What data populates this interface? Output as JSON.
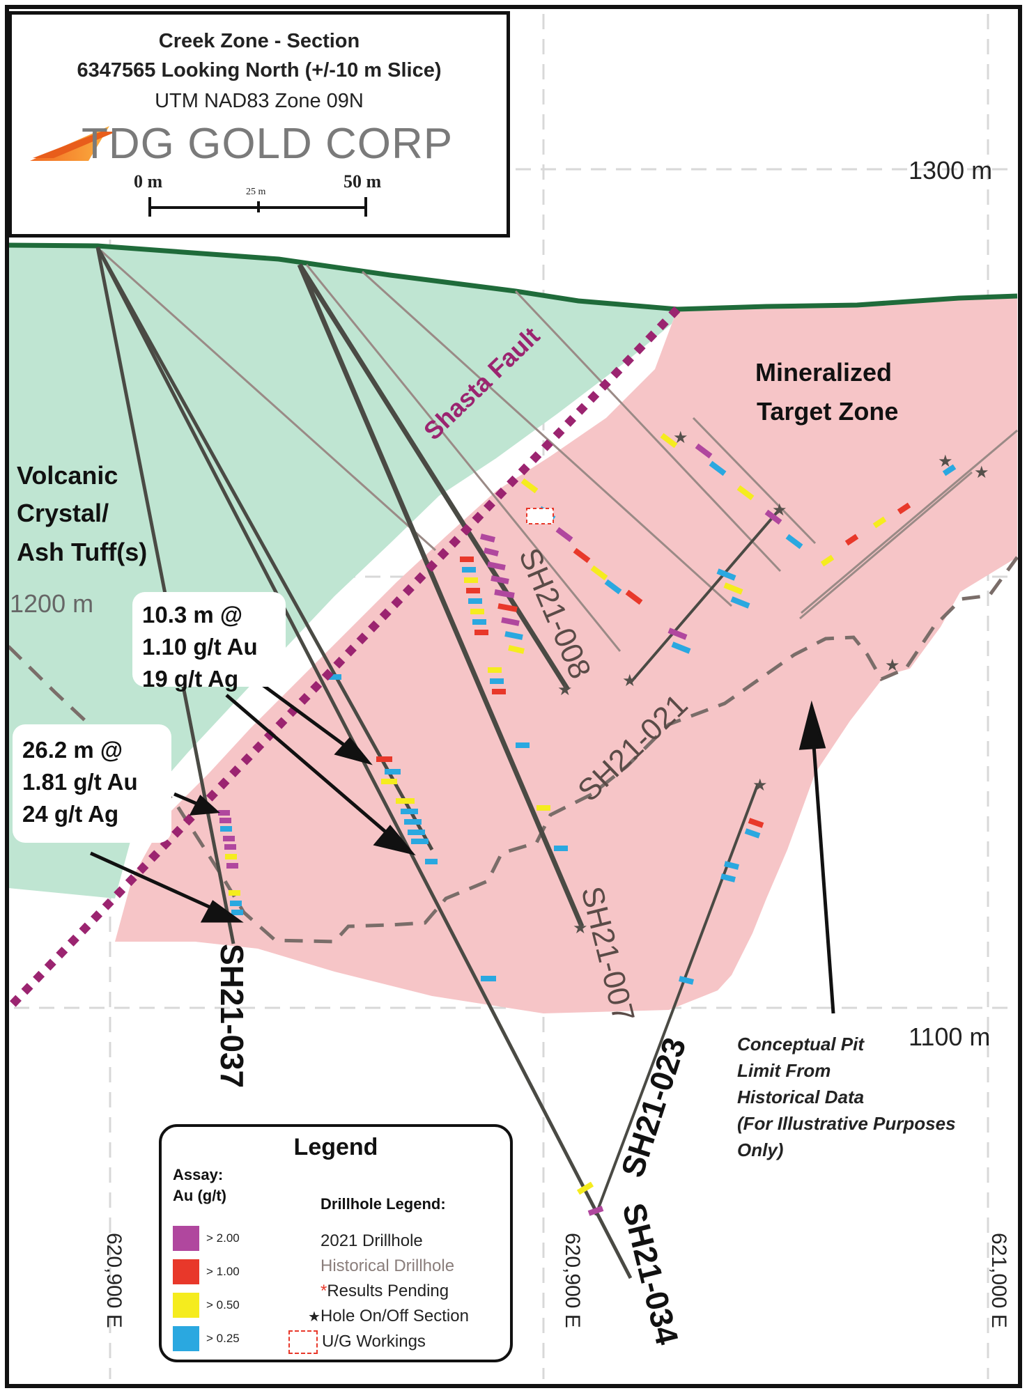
{
  "title": {
    "line1": "Creek Zone - Section",
    "line2": "6347565 Looking North (+/-10 m Slice)",
    "line3": "UTM NAD83 Zone 09N",
    "company": "TDG GOLD CORP",
    "scale_0": "0 m",
    "scale_mid": "25 m",
    "scale_end": "50 m"
  },
  "elevations": {
    "e1300": "1300 m",
    "e1200": "1200 m",
    "e1100": "1100 m"
  },
  "eastings": {
    "left": "620,900 E",
    "mid": "620,900 E",
    "right": "621,000 E"
  },
  "zones": {
    "volcanic_1": "Volcanic",
    "volcanic_2": "Crystal/",
    "volcanic_3": "Ash Tuff(s)",
    "target_1": "Mineralized",
    "target_2": "Target Zone",
    "fault": "Shasta Fault"
  },
  "callouts": {
    "upper": [
      "10.3 m @",
      "1.10 g/t Au",
      "19 g/t Ag"
    ],
    "lower": [
      "26.2 m @",
      "1.81 g/t Au",
      "24 g/t Ag"
    ]
  },
  "holes": {
    "sh037": "SH21-037",
    "sh034": "SH21-034",
    "sh023": "SH21-023",
    "sh007": "SH21-007",
    "sh008": "SH21-008",
    "sh021": "SH21-021"
  },
  "pit_note": [
    "Conceptual Pit",
    "Limit From",
    "Historical Data",
    "(For Illustrative Purposes",
    "Only)"
  ],
  "legend": {
    "title": "Legend",
    "assay_1": "Assay:",
    "assay_2": "Au (g/t)",
    "grades": [
      {
        "label": "> 2.00",
        "color": "#b0479e"
      },
      {
        "label": "> 1.00",
        "color": "#e8382a"
      },
      {
        "label": "> 0.50",
        "color": "#f5ec1e"
      },
      {
        "label": "> 0.25",
        "color": "#2aa8e0"
      }
    ],
    "drillhole_title": "Drillhole Legend:",
    "d2021": "2021 Drillhole",
    "historical": "Historical Drillhole",
    "pending_mark": "*",
    "pending": "Results Pending",
    "onoff": "Hole On/Off Section",
    "ug": "U/G Workings"
  },
  "colors": {
    "tuff": "#bfe5d2",
    "target": "#f6c5c7",
    "topography": "#1f6b3a",
    "fault": "#9b2470",
    "hole_2021": "#4a4a44",
    "hole_historical": "#9a8a86"
  }
}
